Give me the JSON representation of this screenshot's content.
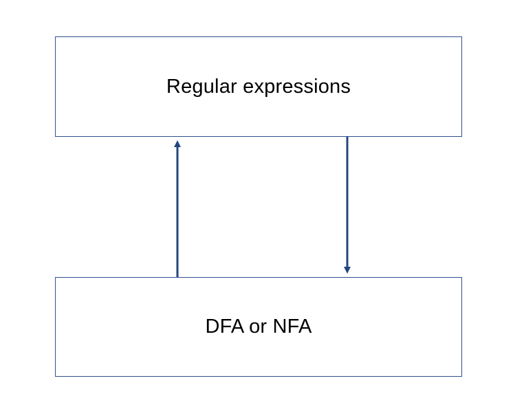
{
  "diagram": {
    "top_box": {
      "label": "Regular expressions"
    },
    "bottom_box": {
      "label": "DFA or NFA"
    },
    "edges": [
      {
        "from": "DFA or NFA",
        "to": "Regular expressions"
      },
      {
        "from": "Regular expressions",
        "to": "DFA or NFA"
      }
    ]
  },
  "colors": {
    "border": "#2f4f8f",
    "arrow": "#23467e",
    "text": "#000000",
    "background": "#ffffff"
  }
}
